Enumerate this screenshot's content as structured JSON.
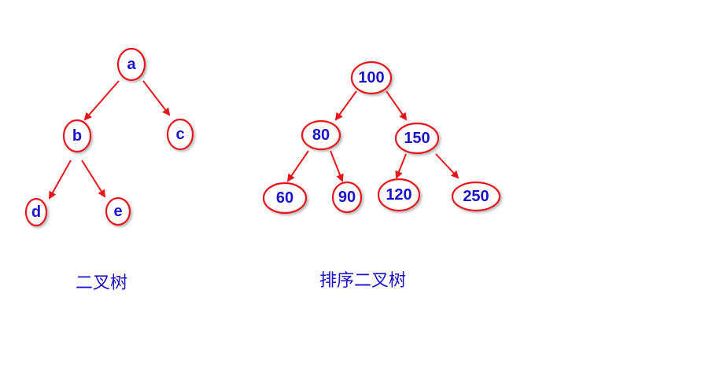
{
  "colors": {
    "node_stroke": "#e8141a",
    "node_text": "#1a12c9",
    "edge": "#e8141a",
    "caption": "#1a12c9"
  },
  "binary_tree": {
    "caption": "二叉树",
    "nodes": {
      "a": "a",
      "b": "b",
      "c": "c",
      "d": "d",
      "e": "e"
    }
  },
  "sorted_binary_tree": {
    "caption": "排序二叉树",
    "nodes": {
      "n100": "100",
      "n80": "80",
      "n150": "150",
      "n60": "60",
      "n90": "90",
      "n120": "120",
      "n250": "250"
    }
  }
}
